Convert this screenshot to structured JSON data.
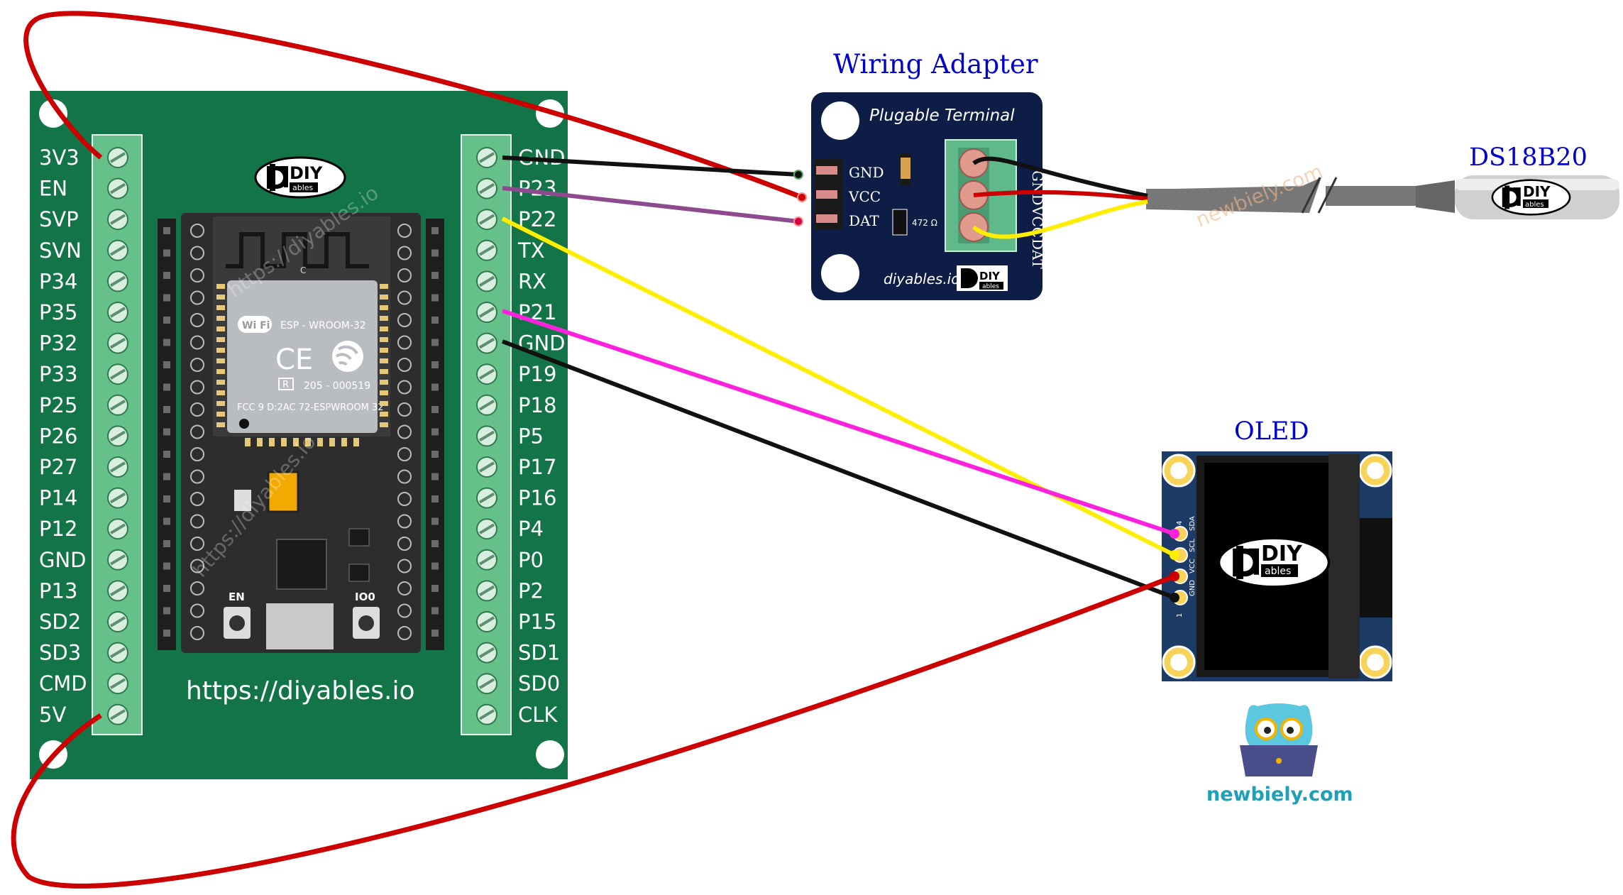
{
  "titles": {
    "wiring_adapter": "Wiring Adapter",
    "sensor": "DS18B20",
    "oled": "OLED"
  },
  "esp32": {
    "left_pins": [
      "3V3",
      "EN",
      "SVP",
      "SVN",
      "P34",
      "P35",
      "P32",
      "P33",
      "P25",
      "P26",
      "P27",
      "P14",
      "P12",
      "GND",
      "P13",
      "SD2",
      "SD3",
      "CMD",
      "5V"
    ],
    "right_pins": [
      "GND",
      "P23",
      "P22",
      "TX",
      "RX",
      "P21",
      "GND",
      "P19",
      "P18",
      "P5",
      "P17",
      "P16",
      "P4",
      "P0",
      "P2",
      "P15",
      "SD1",
      "SD0",
      "CLK"
    ],
    "url": "https://diyables.io",
    "watermark": "https://diyables.io",
    "module_name": "ESP - WROOM-32",
    "fcc_code": "205 - 000519",
    "fcc_id": "FCC 9 D:2AC 72-ESPWROOM 32",
    "wifi": "Wi Fi",
    "ce": "CE",
    "r_mark": "R",
    "button_en": "EN",
    "button_io0": "IO0",
    "antenna_mark": "C"
  },
  "adapter": {
    "title": "Plugable Terminal",
    "pins": [
      "GND",
      "VCC",
      "DAT"
    ],
    "terminal_labels": [
      "GND",
      "VCC",
      "DAT"
    ],
    "resistor": "472 Ω",
    "brand": "diyables.io"
  },
  "oled": {
    "pins": [
      "SDA",
      "SCL",
      "VCC",
      "GND"
    ],
    "pin_numbers": [
      "4",
      "1"
    ]
  },
  "logo": {
    "diy": "DIY",
    "ables": "ables"
  },
  "watermark": "newbiely.com",
  "footer_brand": "newbiely.com",
  "colors": {
    "board_green": "#137448",
    "terminal_green": "#66c08a",
    "adapter_navy": "#0d1d45",
    "oled_blue": "#1c3b66",
    "title_blue": "#0000cc",
    "wire_red": "#cc0000",
    "wire_black": "#111111",
    "wire_purple": "#8e4a8f",
    "wire_yellow": "#ffee00",
    "wire_magenta": "#ff22dd",
    "brand_teal": "#1ea0b8"
  },
  "connections": [
    {
      "from": "ESP32 3V3",
      "to": "Adapter VCC",
      "color": "red"
    },
    {
      "from": "ESP32 GND",
      "to": "Adapter GND",
      "color": "black"
    },
    {
      "from": "ESP32 P23",
      "to": "Adapter DAT",
      "color": "purple"
    },
    {
      "from": "ESP32 P22",
      "to": "OLED SCL",
      "color": "yellow"
    },
    {
      "from": "ESP32 P21",
      "to": "OLED SDA",
      "color": "magenta"
    },
    {
      "from": "ESP32 GND",
      "to": "OLED GND",
      "color": "black"
    },
    {
      "from": "ESP32 5V",
      "to": "OLED VCC",
      "color": "red"
    },
    {
      "from": "Adapter GND",
      "to": "DS18B20 GND",
      "color": "black"
    },
    {
      "from": "Adapter VCC",
      "to": "DS18B20 VCC",
      "color": "red"
    },
    {
      "from": "Adapter DAT",
      "to": "DS18B20 DAT",
      "color": "yellow"
    }
  ]
}
